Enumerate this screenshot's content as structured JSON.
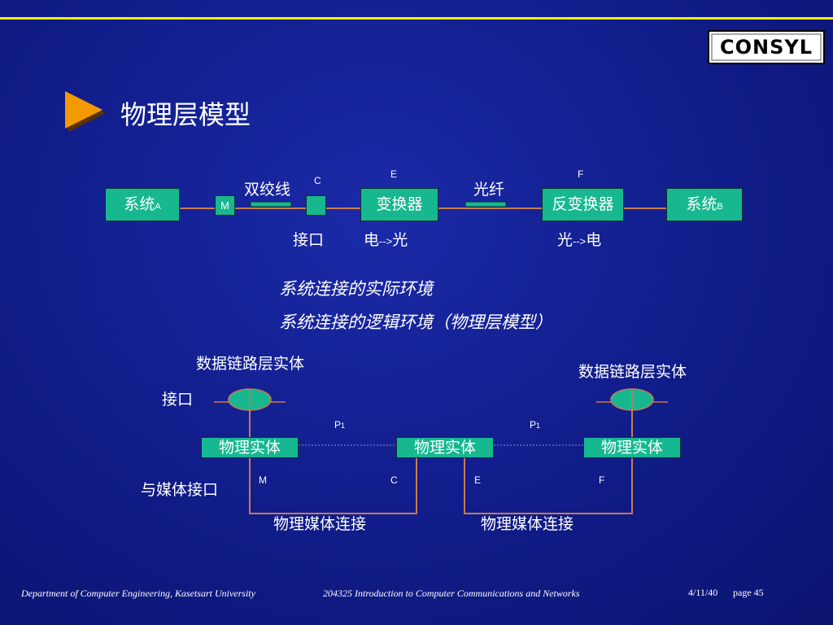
{
  "logo": "CONSYL",
  "title": "物理层模型",
  "physical": {
    "system_a": "系统",
    "system_a_sub": "A",
    "m": "M",
    "twisted_pair": "双绞线",
    "c": "C",
    "interface": "接口",
    "converter": "变换器",
    "elec_to_optical_a": "电",
    "elec_to_optical_arrow": "-->",
    "elec_to_optical_b": "光",
    "e": "E",
    "fiber": "光纤",
    "inverse_converter": "反变换器",
    "optical_to_elec_a": "光",
    "optical_to_elec_arrow": "-->",
    "optical_to_elec_b": "电",
    "f": "F",
    "system_b": "系统",
    "system_b_sub": "B"
  },
  "captions": {
    "actual": "系统连接的实际环境",
    "logical": "系统连接的逻辑环境（物理层模型）"
  },
  "logical": {
    "dl_entity_left": "数据链路层实体",
    "dl_entity_right": "数据链路层实体",
    "interface": "接口",
    "media_interface": "与媒体接口",
    "p1_left": "P",
    "p1_left_sub": "1",
    "p1_right": "P",
    "p1_right_sub": "1",
    "entity_1": "物理实体",
    "entity_2": "物理实体",
    "entity_3": "物理实体",
    "m": "M",
    "c": "C",
    "e": "E",
    "f": "F",
    "media_link_1": "物理媒体连接",
    "media_link_2": "物理媒体连接"
  },
  "footer": {
    "department": "Department of Computer Engineering, Kasetsart University",
    "course": "204325 Introduction to Computer Communications and Networks",
    "date": "4/11/40",
    "page": "page 45"
  },
  "colors": {
    "background": "#101c88",
    "box_fill": "#17b890",
    "line": "#c87a50",
    "accent_yellow": "#f2f200",
    "bullet_orange": "#f29a00"
  }
}
